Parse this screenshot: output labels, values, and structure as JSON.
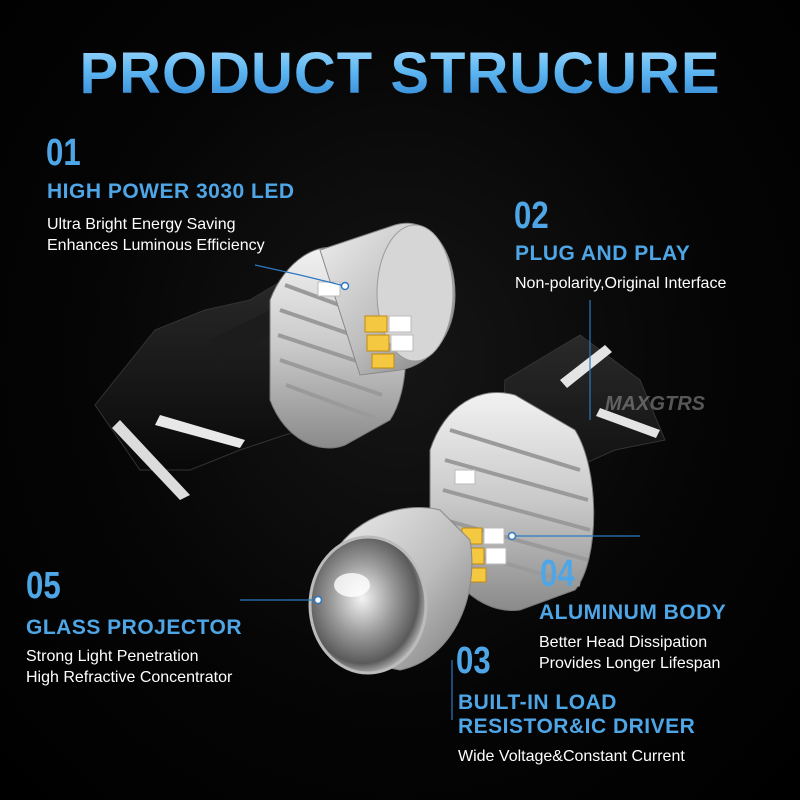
{
  "title": "PRODUCT STRUCURE",
  "watermark": "MAXGTRS",
  "features": [
    {
      "num": "01",
      "title": "HIGH POWER 3030 LED",
      "lines": [
        "Ultra Bright Energy Saving",
        "Enhances Luminous Efficiency"
      ]
    },
    {
      "num": "02",
      "title": "PLUG AND PLAY",
      "lines": [
        "Non-polarity,Original Interface"
      ]
    },
    {
      "num": "03",
      "title_lines": [
        "BUILT-IN LOAD",
        "RESISTOR&IC DRIVER"
      ],
      "lines": [
        "Wide Voltage&Constant Current"
      ]
    },
    {
      "num": "04",
      "title": "ALUMINUM BODY",
      "lines": [
        "Better Head Dissipation",
        "Provides Longer Lifespan"
      ]
    },
    {
      "num": "05",
      "title": "GLASS PROJECTOR",
      "lines": [
        "Strong Light Penetration",
        "High Refractive Concentrator"
      ]
    }
  ],
  "colors": {
    "accent": "#4ea6e6",
    "text": "#ffffff",
    "background": "#000000"
  }
}
